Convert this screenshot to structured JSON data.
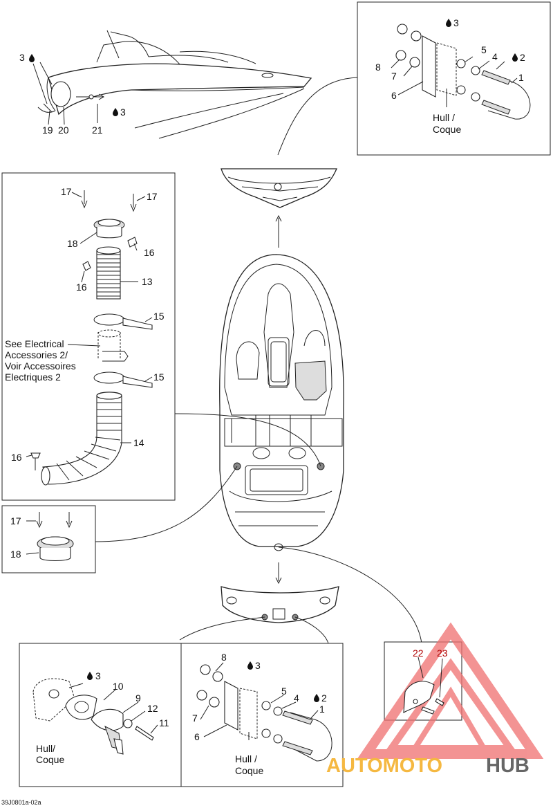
{
  "doc_code": "39J0801a-02a",
  "watermark": {
    "brand_a": "AUTOMOTO",
    "brand_b": "HUB",
    "color_orange": "#f5b841",
    "color_dark": "#666666",
    "color_triangle": "#f07070"
  },
  "callouts": {
    "c1": "1",
    "c2": "2",
    "c3": "3",
    "c4": "4",
    "c5": "5",
    "c6": "6",
    "c7": "7",
    "c8": "8",
    "c9": "9",
    "c10": "10",
    "c11": "11",
    "c12": "12",
    "c13": "13",
    "c14": "14",
    "c15": "15",
    "c16": "16",
    "c17": "17",
    "c18": "18",
    "c19": "19",
    "c20": "20",
    "c21": "21",
    "c22": "22",
    "c23": "23"
  },
  "notes": {
    "hull_coque_1": "Hull /",
    "hull_coque_2": "Coque",
    "hull_coque_nospace_1": "Hull/",
    "hull_coque_nospace_2": "Coque",
    "see_electrical_1": "See Electrical",
    "see_electrical_2": "Accessories 2/",
    "see_electrical_3": "Voir Accessoires",
    "see_electrical_4": "Electriques 2"
  },
  "drop_icon": "drop-icon"
}
